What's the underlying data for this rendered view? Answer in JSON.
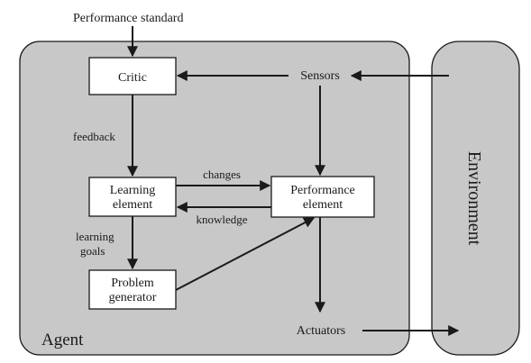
{
  "labels": {
    "performance_standard": "Performance standard",
    "agent": "Agent",
    "environment": "Environment",
    "sensors": "Sensors",
    "actuators": "Actuators",
    "feedback": "feedback",
    "changes": "changes",
    "knowledge": "knowledge",
    "learning_goals_line1": "learning",
    "learning_goals_line2": "goals"
  },
  "boxes": {
    "critic": "Critic",
    "learning_element_line1": "Learning",
    "learning_element_line2": "element",
    "performance_element_line1": "Performance",
    "performance_element_line2": "element",
    "problem_generator_line1": "Problem",
    "problem_generator_line2": "generator"
  },
  "colors": {
    "region_fill": "#c8c8c8",
    "box_fill": "#ffffff",
    "stroke": "#1a1a1a"
  }
}
